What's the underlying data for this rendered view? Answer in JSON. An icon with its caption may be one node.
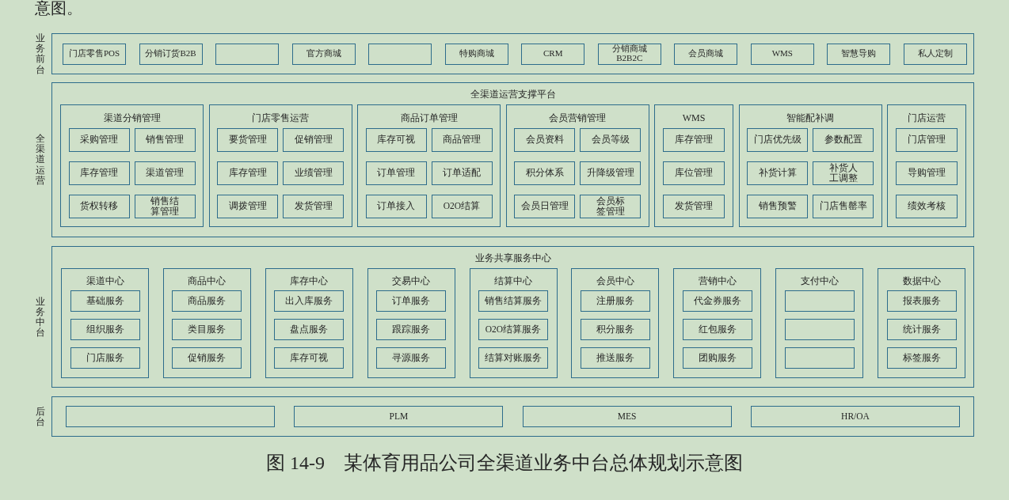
{
  "diagram": {
    "caption": "图 14-9　某体育用品公司全渠道业务中台总体规划示意图",
    "nodes": [
      {
        "text": [
          "业务前台"
        ]
      },
      {
        "text": [
          "门店零售POS"
        ],
        "in": 0
      },
      {
        "text": [
          "分销订货B2B"
        ],
        "in": 0
      },
      {
        "text": [],
        "shape": "box",
        "in": 0
      },
      {
        "text": [
          "官方商城"
        ],
        "in": 0
      },
      {
        "text": [],
        "shape": "box",
        "in": 0
      },
      {
        "text": [
          "特购商城"
        ],
        "in": 0
      },
      {
        "text": [
          "CRM"
        ],
        "in": 0
      },
      {
        "text": [
          "分销商城 B2B2C"
        ],
        "in": 0
      },
      {
        "text": [
          "会员商城"
        ],
        "in": 0
      },
      {
        "text": [
          "WMS"
        ],
        "in": 0
      },
      {
        "text": [
          "智慧导购"
        ],
        "in": 0
      },
      {
        "text": [
          "私人定制"
        ],
        "in": 0
      },
      {
        "text": [
          "全渠道运营",
          "全渠道运营支撑平台"
        ]
      },
      {
        "text": [
          "渠道分销管理"
        ],
        "in": 13
      },
      {
        "text": [
          "采购管理"
        ],
        "in": 14
      },
      {
        "text": [
          "销售管理"
        ],
        "in": 14
      },
      {
        "text": [
          "库存管理"
        ],
        "in": 14
      },
      {
        "text": [
          "渠道管理"
        ],
        "in": 14
      },
      {
        "text": [
          "货权转移"
        ],
        "in": 14
      },
      {
        "text": [
          "销售结算管理"
        ],
        "in": 14
      },
      {
        "text": [
          "门店零售运营"
        ],
        "in": 13
      },
      {
        "text": [
          "要货管理"
        ],
        "in": 21
      },
      {
        "text": [
          "促销管理"
        ],
        "in": 21
      },
      {
        "text": [
          "库存管理"
        ],
        "in": 21
      },
      {
        "text": [
          "业绩管理"
        ],
        "in": 21
      },
      {
        "text": [
          "调拨管理"
        ],
        "in": 21
      },
      {
        "text": [
          "发货管理"
        ],
        "in": 21
      },
      {
        "text": [
          "商品订单管理"
        ],
        "in": 13
      },
      {
        "text": [
          "库存可视"
        ],
        "in": 28
      },
      {
        "text": [
          "商品管理"
        ],
        "in": 28
      },
      {
        "text": [
          "订单管理"
        ],
        "in": 28
      },
      {
        "text": [
          "订单适配"
        ],
        "in": 28
      },
      {
        "text": [
          "订单接入"
        ],
        "in": 28
      },
      {
        "text": [
          "O2O结算"
        ],
        "in": 28
      },
      {
        "text": [
          "会员营销管理"
        ],
        "in": 13
      },
      {
        "text": [
          "会员资料"
        ],
        "in": 35
      },
      {
        "text": [
          "会员等级"
        ],
        "in": 35
      },
      {
        "text": [
          "积分体系"
        ],
        "in": 35
      },
      {
        "text": [
          "升降级管理"
        ],
        "in": 35
      },
      {
        "text": [
          "会员日管理"
        ],
        "in": 35
      },
      {
        "text": [
          "会员标签管理"
        ],
        "in": 35
      },
      {
        "text": [
          "WMS"
        ],
        "in": 13
      },
      {
        "text": [
          "库存管理"
        ],
        "in": 42
      },
      {
        "text": [
          "库位管理"
        ],
        "in": 42
      },
      {
        "text": [
          "发货管理"
        ],
        "in": 42
      },
      {
        "text": [
          "智能配补调"
        ],
        "in": 13
      },
      {
        "text": [
          "门店优先级"
        ],
        "in": 46
      },
      {
        "text": [
          "参数配置"
        ],
        "in": 46
      },
      {
        "text": [
          "补货计算"
        ],
        "in": 46
      },
      {
        "text": [
          "补货人工调整"
        ],
        "in": 46
      },
      {
        "text": [
          "销售预警"
        ],
        "in": 46
      },
      {
        "text": [
          "门店售罄率"
        ],
        "in": 46
      },
      {
        "text": [
          "门店运营"
        ],
        "in": 13
      },
      {
        "text": [
          "门店管理"
        ],
        "in": 53
      },
      {
        "text": [
          "导购管理"
        ],
        "in": 53
      },
      {
        "text": [
          "绩效考核"
        ],
        "in": 53
      },
      {
        "text": [
          "业务中台",
          "业务共享服务中心"
        ]
      },
      {
        "text": [
          "渠道中心"
        ],
        "in": 57
      },
      {
        "text": [
          "基础服务"
        ],
        "in": 58
      },
      {
        "text": [
          "组织服务"
        ],
        "in": 58
      },
      {
        "text": [
          "门店服务"
        ],
        "in": 58
      },
      {
        "text": [
          "商品中心"
        ],
        "in": 57
      },
      {
        "text": [
          "商品服务"
        ],
        "in": 62
      },
      {
        "text": [
          "类目服务"
        ],
        "in": 62
      },
      {
        "text": [
          "促销服务"
        ],
        "in": 62
      },
      {
        "text": [
          "库存中心"
        ],
        "in": 57
      },
      {
        "text": [
          "出入库服务"
        ],
        "in": 66
      },
      {
        "text": [
          "盘点服务"
        ],
        "in": 66
      },
      {
        "text": [
          "库存可视"
        ],
        "in": 66
      },
      {
        "text": [
          "交易中心"
        ],
        "in": 57
      },
      {
        "text": [
          "订单服务"
        ],
        "in": 70
      },
      {
        "text": [
          "跟踪服务"
        ],
        "in": 70
      },
      {
        "text": [
          "寻源服务"
        ],
        "in": 70
      },
      {
        "text": [
          "结算中心"
        ],
        "in": 57
      },
      {
        "text": [
          "销售结算服务"
        ],
        "in": 74
      },
      {
        "text": [
          "O2O结算服务"
        ],
        "in": 74
      },
      {
        "text": [
          "结算对账服务"
        ],
        "in": 74
      },
      {
        "text": [
          "会员中心"
        ],
        "in": 57
      },
      {
        "text": [
          "注册服务"
        ],
        "in": 78
      },
      {
        "text": [
          "积分服务"
        ],
        "in": 78
      },
      {
        "text": [
          "推送服务"
        ],
        "in": 78
      },
      {
        "text": [
          "营销中心"
        ],
        "in": 57
      },
      {
        "text": [
          "代金券服务"
        ],
        "in": 82
      },
      {
        "text": [
          "红包服务"
        ],
        "in": 82
      },
      {
        "text": [
          "团购服务"
        ],
        "in": 82
      },
      {
        "text": [
          "支付中心"
        ],
        "in": 57
      },
      {
        "text": [],
        "shape": "box",
        "in": 86
      },
      {
        "text": [],
        "shape": "box",
        "in": 86
      },
      {
        "text": [],
        "shape": "box",
        "in": 86
      },
      {
        "text": [
          "数据中心"
        ],
        "in": 57
      },
      {
        "text": [
          "报表服务"
        ],
        "in": 90
      },
      {
        "text": [
          "统计服务"
        ],
        "in": 90
      },
      {
        "text": [
          "标签服务"
        ],
        "in": 90
      },
      {
        "text": [
          "后台"
        ]
      },
      {
        "text": [],
        "shape": "box",
        "in": 94
      },
      {
        "text": [
          "PLM"
        ],
        "in": 94
      },
      {
        "text": [
          "MES"
        ],
        "in": 94
      },
      {
        "text": [
          "HR/OA"
        ],
        "in": 94
      }
    ],
    "labels": [
      "意图。"
    ]
  }
}
